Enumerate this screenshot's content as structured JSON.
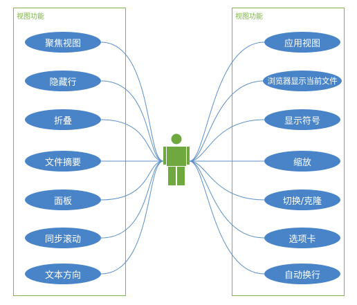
{
  "left_group": {
    "title": "视图功能",
    "items": [
      "聚焦视图",
      "隐藏行",
      "折叠",
      "文件摘要",
      "面板",
      "同步滚动",
      "文本方向"
    ]
  },
  "right_group": {
    "title": "视图功能",
    "items": [
      "应用视图",
      "浏览器显示当前文件",
      "显示符号",
      "缩放",
      "切换/克隆",
      "选项卡",
      "自动换行"
    ]
  },
  "colors": {
    "node_fill": "#4a84c8",
    "connector": "#5b8fc7",
    "box_border": "#7fb24a",
    "actor": "#6ea83f"
  },
  "actor_icon": "person-icon"
}
